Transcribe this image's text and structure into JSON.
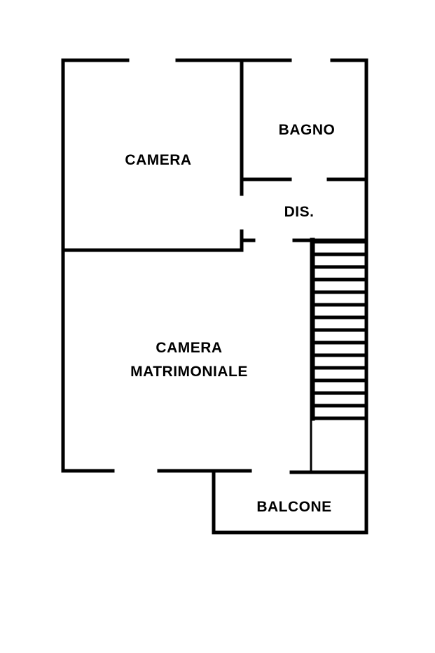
{
  "plan": {
    "rooms": {
      "camera": "CAMERA",
      "bagno": "BAGNO",
      "dis": "DIS.",
      "matrimoniale_line1": "CAMERA",
      "matrimoniale_line2": "MATRIMONIALE",
      "balcone": "BALCONE"
    },
    "colors": {
      "wall": "#000000",
      "background": "#ffffff"
    }
  }
}
